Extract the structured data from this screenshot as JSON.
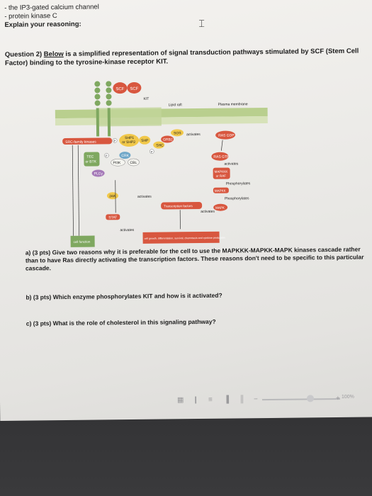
{
  "header": {
    "line1": "- the IP3-gated calcium channel",
    "line2": "- protein kinase C",
    "line3": "Explain your reasoning:"
  },
  "question2": {
    "label": "Question 2)",
    "below": "Below",
    "text": " is a simplified representation of signal transduction pathways stimulated by SCF (Stem Cell Factor) binding to the tyrosine-kinase receptor KIT."
  },
  "figure": {
    "scf1": "SCF",
    "scf2": "SCF",
    "kit": "KIT",
    "lipid_raft": "Lipid raft",
    "plasma_membrane": "Plasma membrane",
    "src": "SRC-family kinases",
    "tec": "TEC",
    "or_btk": "or BTK",
    "shp1": "SHP1",
    "or_shp2": "or SHP2",
    "shp": "SHP",
    "crk": "CRK",
    "pi3k": "PI3K",
    "cbl": "CBL",
    "sos": "SOS",
    "grb2": "GRB2",
    "shc": "SHC",
    "plcg": "PLCγ",
    "jak": "JAK",
    "stat": "STAT",
    "ras_gdp": "RAS GDP",
    "ras_gtp": "RAS GTP",
    "activates1": "activates",
    "activates2": "activates",
    "activates3": "activates",
    "activates4": "activates",
    "activates5": "activates",
    "mapkkk": "MAPKKK",
    "or_raf": "or RAF",
    "phosphorylates1": "Phosphorylates",
    "mapkk": "MAPKK",
    "phosphorylates2": "Phosphorylates",
    "mapk": "MAPK",
    "transcription": "Transcription factors",
    "cell_function": "cell function",
    "outcomes": "cell growth, differentiation, survival, chemotaxis and cytokine production",
    "p": "P"
  },
  "qa": {
    "text": "a) (3 pts) Give two reasons why it is preferable for the cell to use the MAPKKK-MAPKK-MAPK kinases cascade rather than to have Ras directly activating the transcription factors. These reasons don't need to be specific to this particular cascade."
  },
  "qb": {
    "text": "b) (3 pts) Which enzyme phosphorylates KIT and how is it activated?"
  },
  "qc": {
    "text": "c) (3 pts) What is the role of cholesterol in this signaling pathway?"
  },
  "toolbar": {
    "zoom": "100%"
  },
  "colors": {
    "red": "#d8573f",
    "membrane": "#a8c27a",
    "receptor": "#7fa860"
  }
}
